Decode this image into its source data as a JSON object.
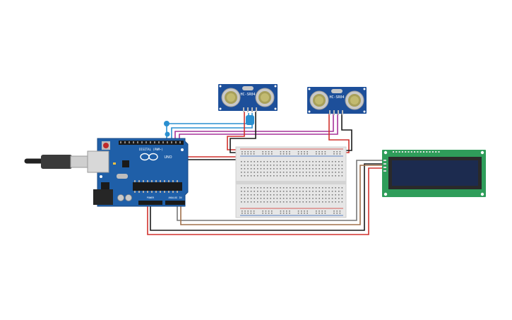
{
  "workspace": {
    "background": "#ffffff"
  },
  "components": {
    "arduino": {
      "board_labels": [
        "DIGITAL (PWM~)",
        "ANALOG IN",
        "POWER",
        "UNO"
      ],
      "board_color": "#1f5fa8",
      "usb_color": "#3a3a3a"
    },
    "ultrasonic_sensor_1": {
      "model_label": "HC-SR04",
      "color": "#1d4f9a"
    },
    "ultrasonic_sensor_2": {
      "model_label": "HC-SR04",
      "color": "#1d4f9a"
    },
    "breadboard": {
      "color": "#e9e9e9"
    },
    "lcd": {
      "board_color": "#2f9d5a",
      "screen_color": "#1c2b4f"
    }
  },
  "wire_colors": {
    "red": "#d0312d",
    "black": "#1a1a1a",
    "magenta": "#a6349a",
    "blue": "#2a8fd0",
    "brown": "#a0704a",
    "gray": "#777777"
  }
}
